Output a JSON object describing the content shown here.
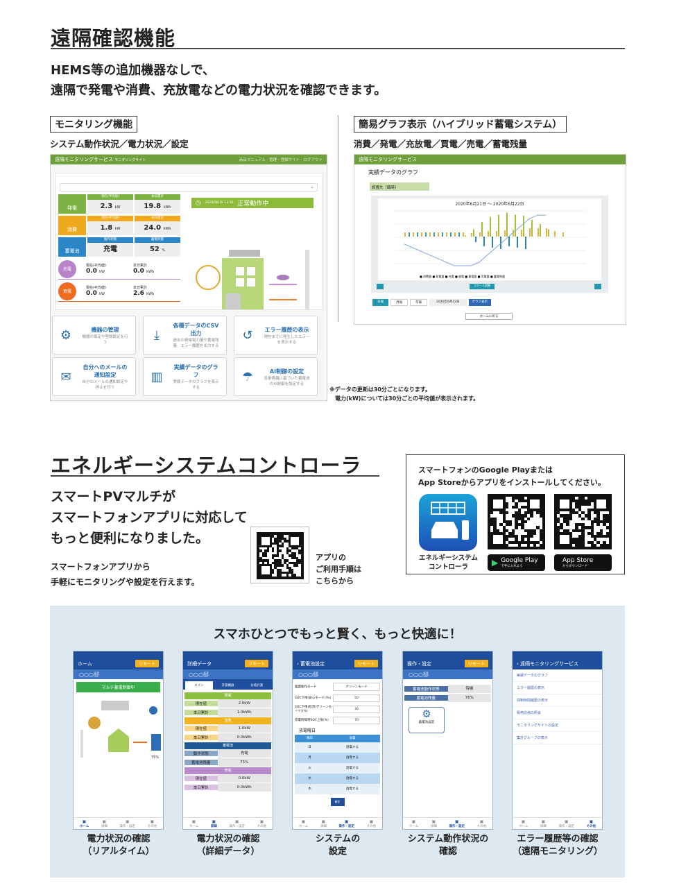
{
  "section1": {
    "title": "遠隔確認機能",
    "lead": [
      "HEMS等の追加機器なしで、",
      "遠隔で発電や消費、充放電などの電力状況を確認できます。"
    ],
    "left": {
      "heading": "モニタリング機能",
      "sub": "システム動作状況／電力状況／設定"
    },
    "right": {
      "heading": "簡易グラフ表示（ハイブリッド蓄電システム）",
      "sub": "消費／発電／充放電／買電／売電／蓄電残量"
    },
    "note": [
      "※データの更新は30分ごとになります。",
      "電力(kW)については30分ごとの平均値が表示されます。"
    ]
  },
  "monitor": {
    "app_title": "遠隔モニタリングサービス",
    "app_sub": "モニタリングサイト",
    "nav": [
      "商品マニュアル",
      "管理・登録サイト",
      "ログアウト"
    ],
    "status": "正常動作中",
    "status_time": "2020/06/19 13:30",
    "rows": [
      {
        "label": "発電",
        "h1": "現在(平均値)",
        "h2": "本日累計",
        "v1": "2.3",
        "u1": "kW",
        "v2": "19.8",
        "u2": "kWh",
        "color": "#7cb342"
      },
      {
        "label": "消費",
        "h1": "現在(平均値)",
        "h2": "本日累計",
        "v1": "1.8",
        "u1": "kW",
        "v2": "24.0",
        "u2": "kWh",
        "color": "#f0a81c"
      },
      {
        "label": "蓄電池",
        "h1": "動作状態",
        "h2": "蓄電残量",
        "v1": "充電",
        "u1": "",
        "v2": "52",
        "u2": "%",
        "color": "#2b86c8"
      }
    ],
    "rows2": [
      {
        "label": "売電",
        "h1": "現在(平均値)",
        "h2": "本日累計",
        "v1": "0.0",
        "u1": "kW",
        "v2": "0.0",
        "u2": "kWh",
        "color": "#b884c9"
      },
      {
        "label": "買電",
        "h1": "現在(平均値)",
        "h2": "本日累計",
        "v1": "0.0",
        "u1": "kW",
        "v2": "2.6",
        "u2": "kWh",
        "color": "#ee6b22"
      }
    ],
    "tiles": [
      {
        "title": "機器の管理",
        "desc": "機器の設定や登録設定を行う",
        "icon": "gear-icon",
        "glyph": "⚙"
      },
      {
        "title": "各種データのCSV出力",
        "desc": "過去の発電電力量や蓄電残量、エラー履歴を出力する",
        "icon": "download-icon",
        "glyph": "⤓"
      },
      {
        "title": "エラー履歴の表示",
        "desc": "現在までに発生したエラーを表示する",
        "icon": "history-icon",
        "glyph": "↺"
      },
      {
        "title": "自分へのメールの通知設定",
        "desc": "自分のメールの通知設定や停止を行う",
        "icon": "mail-icon",
        "glyph": "✉"
      },
      {
        "title": "実績データのグラフ",
        "desc": "実績データのグラフを表示する",
        "icon": "bar-chart-icon",
        "glyph": "▥"
      },
      {
        "title": "AI制御の設定",
        "desc": "気象情報に基づいた蓄電池のAI制御を設定する",
        "icon": "weather-icon",
        "glyph": "☂"
      }
    ]
  },
  "graph": {
    "app_title": "遠隔モニタリングサービス",
    "page_title": "実績データのグラフ",
    "site": "設置先［臨時］",
    "range": "2020年6月21日 ～ 2020年6月22日",
    "legend": [
      "消費量",
      "発電量",
      "充電",
      "放電",
      "買電量",
      "売電量",
      "蓄電残量"
    ],
    "scale_btn": "スケール調整",
    "tabs": [
      "日報",
      "月報",
      "年報"
    ],
    "date": "2020年6月22日",
    "show_btn": "グラフ表示",
    "home_btn": "ホームに戻る"
  },
  "section2": {
    "title": "エネルギーシステムコントローラ",
    "lead": [
      "スマートPVマルチが",
      "スマートフォンアプリに対応して",
      "もっと便利になりました。"
    ],
    "small": [
      "スマートフォンアプリから",
      "手軽にモニタリングや設定を行えます。"
    ],
    "qr_text": [
      "アプリの",
      "ご利用手順は",
      "こちらから"
    ],
    "store_text": [
      "スマートフォンのGoogle Playまたは",
      "App Storeからアプリをインストールしてください。"
    ],
    "app_name": [
      "エネルギーシステム",
      "コントローラ"
    ],
    "google": {
      "name": "Google Play",
      "sub": "で手に入れよう"
    },
    "apple": {
      "name": "App Store",
      "sub": "からダウンロード"
    }
  },
  "panel": {
    "heading": "スマホひとつでもっと賢く、もっと快適に！",
    "bg": "#dde8f1",
    "remote": "リモート",
    "site": "○○○邸",
    "nav": [
      "ホーム",
      "詳細",
      "操作・設定",
      "その他"
    ],
    "phones": [
      {
        "title": "ホーム",
        "caption": [
          "電力状況の確認",
          "（リアルタイム）"
        ],
        "banner": "マルチ蓄電制御中",
        "battery": "75%"
      },
      {
        "title": "詳細データ",
        "caption": [
          "電力状況の確認",
          "（詳細データ）"
        ],
        "tabs": [
          "メイン",
          "外部機器",
          "分岐計測"
        ],
        "groups": [
          {
            "name": "発電",
            "color": "#8cbf3f",
            "rows": [
              [
                "現在値",
                "2.0kW"
              ],
              [
                "本日累計",
                "1.0kWh"
              ]
            ]
          },
          {
            "name": "消費",
            "color": "#f2b11e",
            "rows": [
              [
                "現在値",
                "1.0kW"
              ],
              [
                "本日累計",
                "0.0kWh"
              ]
            ]
          },
          {
            "name": "蓄電池",
            "color": "#1f5a96",
            "rows": [
              [
                "動作状態",
                "充電"
              ],
              [
                "蓄電池残量",
                "75%"
              ]
            ]
          },
          {
            "name": "売電",
            "color": "#b98ac9",
            "rows": [
              [
                "現在値",
                "0.0kW"
              ],
              [
                "本日累計",
                "0.0kWh"
              ]
            ]
          }
        ]
      },
      {
        "title": "蓄電池設定",
        "caption": [
          "システムの",
          "設定"
        ],
        "fields": [
          [
            "蓄電動作モード",
            "グリーンモード"
          ],
          [
            "SOC下限(安心モード)(%)",
            "50"
          ],
          [
            "SOC下限(経済/グリーンモード)(%)",
            "30"
          ],
          [
            "充電時間帯SOC上限(%)",
            "70"
          ]
        ],
        "discharge_title": "放電曜日",
        "cols": [
          "曜日",
          "放電"
        ],
        "days": [
          "日",
          "月",
          "火",
          "水",
          "木"
        ],
        "day_value": "放電する",
        "confirm": "確定"
      },
      {
        "title": "操作・設定",
        "caption": [
          "システム動作状況の",
          "確認"
        ],
        "rows": [
          [
            "蓄電池動作状態",
            "待機"
          ],
          [
            "蓄電池残量",
            "76%"
          ]
        ],
        "tile": "蓄電池設定"
      },
      {
        "title": "遠隔モニタリングサービス",
        "caption": [
          "エラー履歴等の確認",
          "（遠隔モニタリング）"
        ],
        "items": [
          "実績データのグラフ",
          "エラー履歴の表示",
          "抑制時間履歴の表示",
          "販売店様の照会",
          "モニタリングサイトの設定",
          "集計グループの表示"
        ]
      }
    ]
  }
}
